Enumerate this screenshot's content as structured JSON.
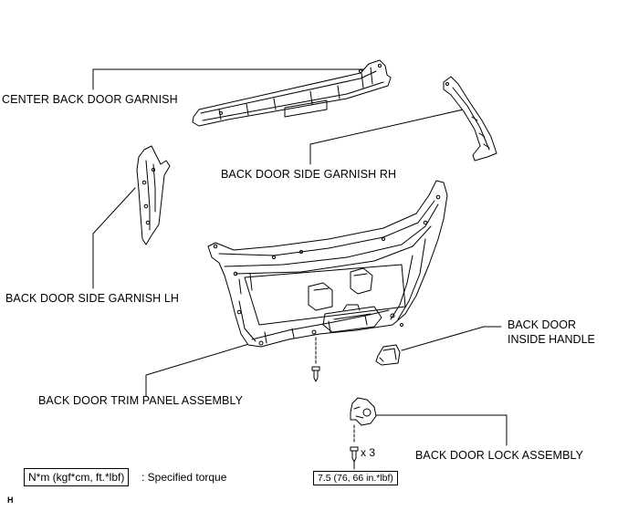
{
  "labels": {
    "center_garnish": "CENTER BACK DOOR GARNISH",
    "side_garnish_rh": "BACK DOOR SIDE GARNISH RH",
    "side_garnish_lh": "BACK DOOR SIDE GARNISH LH",
    "inside_handle_line1": "BACK DOOR",
    "inside_handle_line2": "INSIDE HANDLE",
    "trim_panel": "BACK DOOR TRIM PANEL ASSEMBLY",
    "lock_assembly": "BACK DOOR LOCK ASSEMBLY"
  },
  "fastener_qty": "x 3",
  "torque_value": "7.5 (76, 66 in.*lbf)",
  "legend": {
    "unit_box": "N*m (kgf*cm, ft.*lbf)",
    "description": ": Specified torque"
  },
  "figure_code": "H"
}
